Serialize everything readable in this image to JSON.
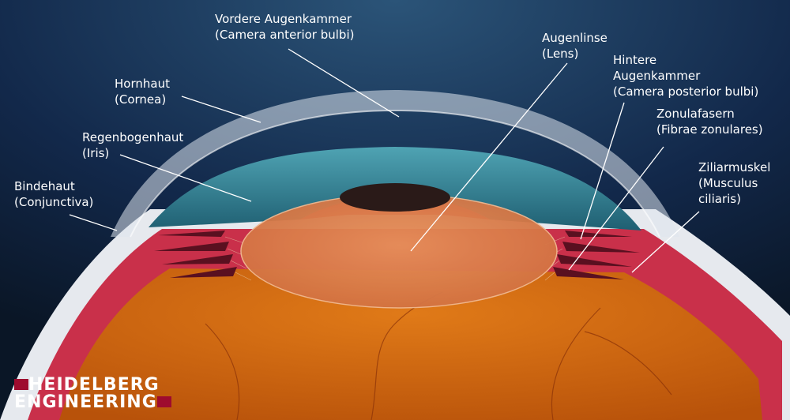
{
  "labels": {
    "anterior_chamber": {
      "line1": "Vordere Augenkammer",
      "line2": "(Camera anterior bulbi)"
    },
    "cornea": {
      "line1": "Hornhaut",
      "line2": "(Cornea)"
    },
    "iris": {
      "line1": "Regenbogenhaut",
      "line2": "(Iris)"
    },
    "conjunctiva": {
      "line1": "Bindehaut",
      "line2": "(Conjunctiva)"
    },
    "lens": {
      "line1": "Augenlinse",
      "line2": "(Lens)"
    },
    "posterior_chamber": {
      "line1": "Hintere",
      "line2": "Augenkammer",
      "line3": "(Camera posterior bulbi)"
    },
    "zonular_fibers": {
      "line1": "Zonulafasern",
      "line2": "(Fibrae zonulares)"
    },
    "ciliary_muscle": {
      "line1": "Ziliarmuskel",
      "line2": "(Musculus",
      "line3": "ciliaris)"
    }
  },
  "logo": {
    "line1": "HEIDELBERG",
    "line2": "ENGINEERING"
  },
  "colors": {
    "background": "#0c1a2c",
    "iris": "#2f7f92",
    "sclera": "#e6e9ee",
    "choroid": "#c9304a",
    "interior": "#d0680c",
    "logo_accent": "#9e0b2e"
  }
}
